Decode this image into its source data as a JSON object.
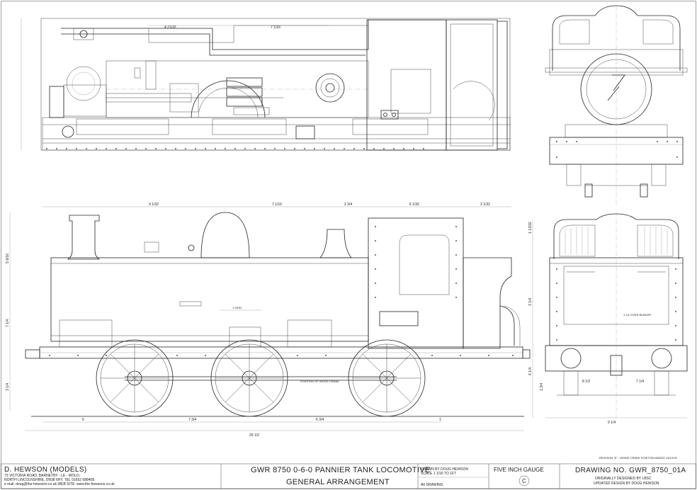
{
  "drawing": {
    "plan_dims": [
      "4 21/32",
      "7 1/16"
    ],
    "side_dims_top": [
      "9 1/32",
      "7 1/16",
      "2 3/4",
      "6 1/32",
      "3 1/32"
    ],
    "side_dims_bottom": [
      "6",
      "7 3/4",
      "6 3/4",
      "1"
    ],
    "side_overall": "29 1/2",
    "side_vertical_dims": [
      "5 9/16",
      "7 1/4",
      "3 1/4"
    ],
    "side_inner_dim": "1 29/32",
    "side_note_crank": "POSITION OF WOOD CRANK",
    "front_dims_vertical": [
      "1 13/32",
      "3 1/4",
      "6 1/4",
      "1 3/4"
    ],
    "end_note": "1 1/2 OVER BUNKER",
    "end_dims_bottom": [
      "8 1/2",
      "7 1/4"
    ],
    "end_width": "9 1/4"
  },
  "revision_note": "REVISION \"E\" - INSIDE CRANK POSITION ADDED 13/10/15",
  "title_block": {
    "company_name": "D. HEWSON (MODELS)",
    "address_line1": "73 VICTORIA ROAD, BARNETBY - LE - WOLD,",
    "address_line2": "NORTH LINCOLNSHIRE, DN38 6HY, TEL 01652 688408.",
    "contact_line": "e mail: doug@the-hewsons.co.uk  WEB SITE: www.the-hewsons.co.uk",
    "title_line1": "GWR 8750 0-6-0 PANNIER TANK LOCOMOTIVE",
    "title_line2": "GENERAL ARRANGEMENT",
    "drawn_by": "DRAWN BY DOUG HEWSON",
    "scale": "SCALE 1 1/16 TO 1FT",
    "sheet_size": "A0 DRAWING",
    "gauge": "FIVE INCH GAUGE",
    "revision_letter": "C",
    "drawing_no": "DRAWING NO. GWR_8750_01A",
    "credit_line1": "ORIGINALLY DESIGNED BY LBSC",
    "credit_line2": "UPDATED DESIGN BY DOUG HEWSON"
  }
}
